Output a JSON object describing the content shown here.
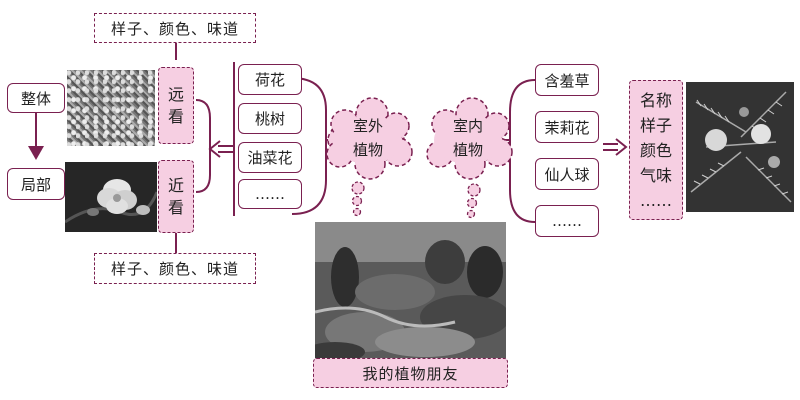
{
  "left": {
    "top_traits": "样子、颜色、味道",
    "bottom_traits": "样子、颜色、味道",
    "whole": "整体",
    "part": "局部",
    "far_view": [
      "远",
      "看"
    ],
    "near_view": [
      "近",
      "看"
    ]
  },
  "outdoor": {
    "cloud": [
      "室外",
      "植物"
    ],
    "items": [
      "荷花",
      "桃树",
      "油菜花",
      "……"
    ]
  },
  "indoor": {
    "cloud": [
      "室内",
      "植物"
    ],
    "items": [
      "含羞草",
      "茉莉花",
      "仙人球",
      "……"
    ]
  },
  "right_list": [
    "名称",
    "样子",
    "颜色",
    "气味",
    "……"
  ],
  "caption": "我的植物朋友",
  "colors": {
    "accent": "#7a2050",
    "pink_fill": "#f6cfe2"
  }
}
